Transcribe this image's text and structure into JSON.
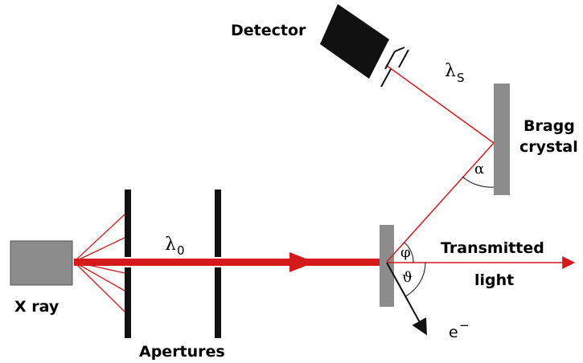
{
  "labels": {
    "detector": "Detector",
    "bragg_line1": "Bragg",
    "bragg_line2": "crystal",
    "xray": "X ray",
    "apertures": "Apertures",
    "transmitted_line1": "Transmitted",
    "transmitted_line2": "light",
    "lambda0_symbol": "λ",
    "lambda0_sub": "0",
    "lambdaS_symbol": "λ",
    "lambdaS_sub": "S",
    "alpha": "α",
    "phi": "φ",
    "theta": "ϑ",
    "electron": "e",
    "electron_sup": "−"
  },
  "colors": {
    "beam": "#d41a1a",
    "component_gray": "#8c8c8c",
    "detector_black": "#111111",
    "aperture_black": "#111111"
  }
}
